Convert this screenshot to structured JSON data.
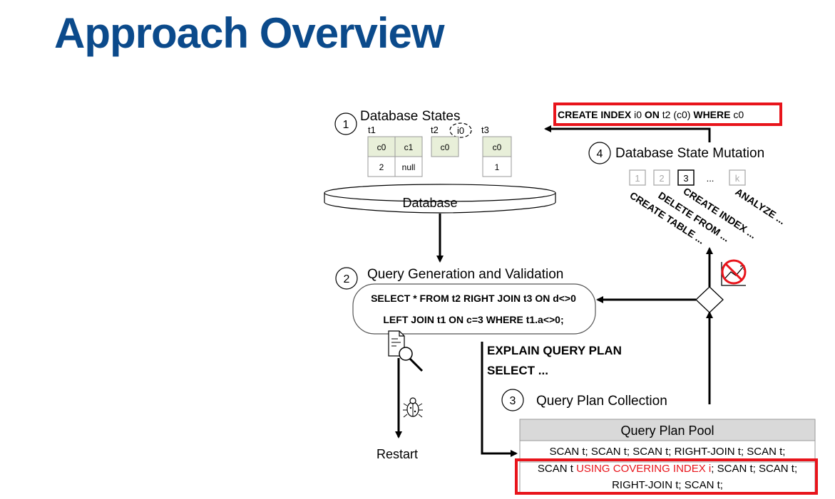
{
  "title": "Approach Overview",
  "step1": {
    "num": "1",
    "label": "Database States",
    "tables": [
      {
        "name": "t1",
        "cols": [
          "c0",
          "c1"
        ],
        "row": [
          "2",
          "null"
        ]
      },
      {
        "name": "t2",
        "cols": [
          "c0"
        ],
        "row": []
      },
      {
        "name": "t3",
        "cols": [
          "c0"
        ],
        "row": [
          "1"
        ]
      }
    ],
    "index_name": "i0",
    "db_label": "Database"
  },
  "step2": {
    "num": "2",
    "label": "Query Generation and Validation",
    "query_line1": "SELECT * FROM t2 RIGHT JOIN t3 ON d<>0",
    "query_line2": "LEFT JOIN t1 ON c=3 WHERE t1.a<>0;",
    "restart": "Restart"
  },
  "step3": {
    "num": "3",
    "label": "Query Plan Collection",
    "explain_line1": "EXPLAIN QUERY PLAN",
    "explain_line2": "SELECT ...",
    "pool_header": "Query Plan Pool",
    "plan1": "SCAN t; SCAN t; SCAN t; RIGHT-JOIN t; SCAN t;",
    "plan2_pre": "SCAN t ",
    "plan2_highlight": "USING COVERING INDEX i",
    "plan2_post": "; SCAN t; SCAN t;",
    "plan2_line2": "RIGHT-JOIN t; SCAN t;"
  },
  "step4": {
    "num": "4",
    "label": "Database State Mutation",
    "boxes": [
      "1",
      "2",
      "3",
      "...",
      "k"
    ],
    "ops": [
      "CREATE TABLE ...",
      "DELETE FROM ...",
      "CREATE INDEX ...",
      "ANALYZE ..."
    ],
    "stmt_kw1": "CREATE INDEX",
    "stmt_p1": " i0 ",
    "stmt_kw2": "ON",
    "stmt_p2": " t2 (c0) ",
    "stmt_kw3": "WHERE",
    "stmt_p3": " c0"
  },
  "colors": {
    "title": "#0b4a8b",
    "highlight_red": "#e8141b",
    "table_header": "#e8efd9",
    "pool_header": "#d9d9d9"
  }
}
